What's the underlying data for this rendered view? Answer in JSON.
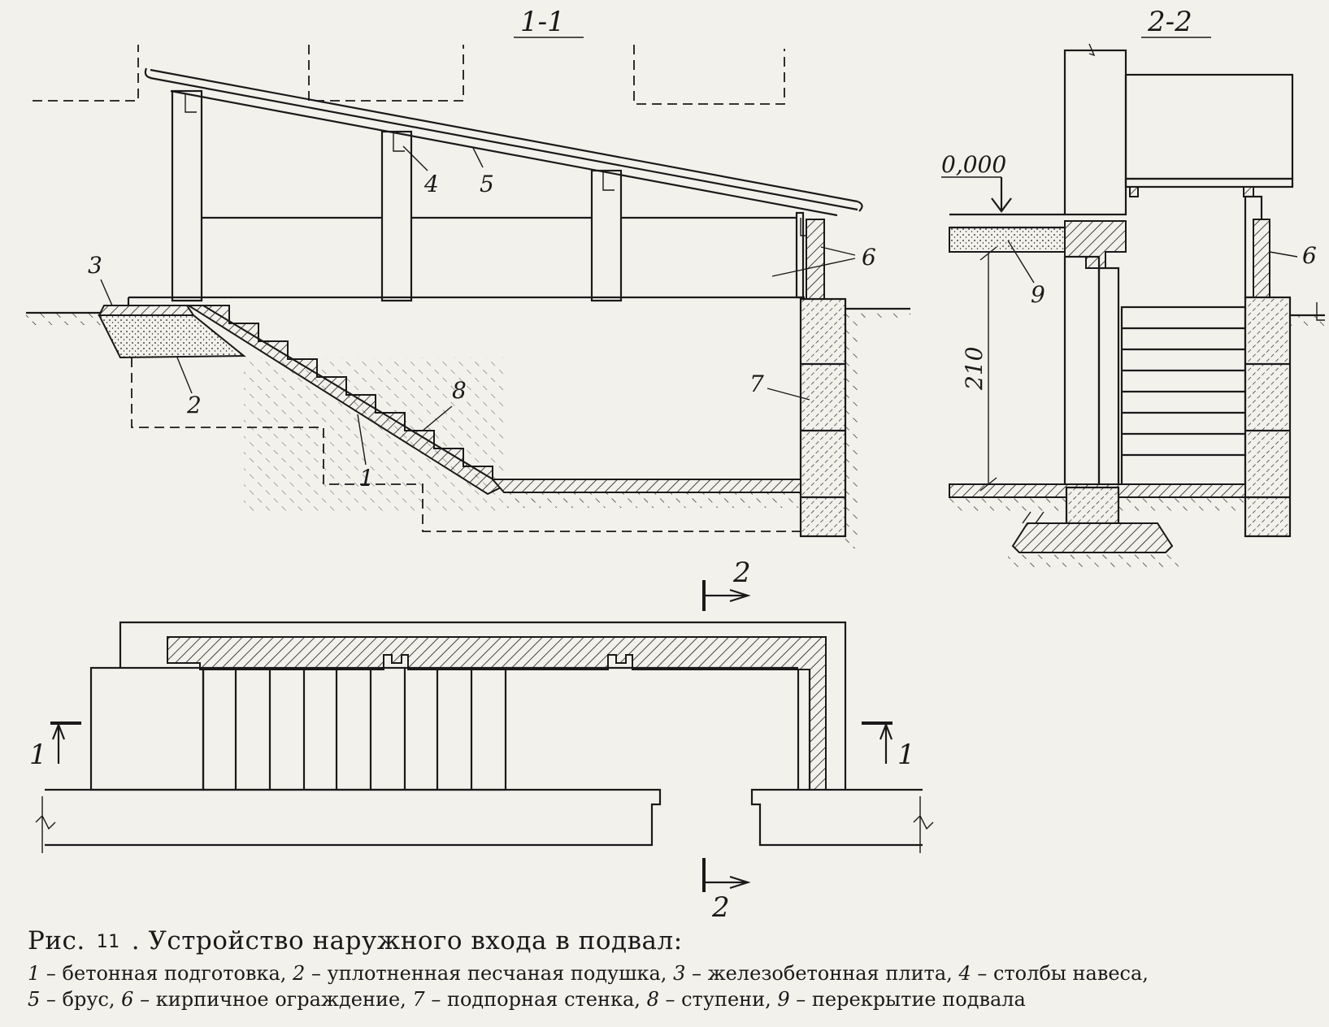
{
  "labels": {
    "section_1": "1-1",
    "section_2": "2-2",
    "elevation": "0,000",
    "dimension_210": "210",
    "n1": "1",
    "n2": "2",
    "n3": "3",
    "n4": "4",
    "n5": "5",
    "n6": "6",
    "n7": "7",
    "n8": "8",
    "n9": "9"
  },
  "caption": {
    "prefix": "Рис.",
    "number": "11",
    "title": ". Устройство наружного входа в подвал:",
    "legend": [
      {
        "num": "1",
        "text": " – бетонная подготовка, "
      },
      {
        "num": "2",
        "text": " – уплотненная песчаная подушка, "
      },
      {
        "num": "3",
        "text": " – железобетонная плита, "
      },
      {
        "num": "4",
        "text": " – столбы навеса, "
      },
      {
        "num": "5",
        "text": " – брус, "
      },
      {
        "num": "6",
        "text": " – кирпичное ограждение, "
      },
      {
        "num": "7",
        "text": " – подпорная стенка, "
      },
      {
        "num": "8",
        "text": " – ступени, "
      },
      {
        "num": "9",
        "text": " – перекрытие подвала"
      }
    ]
  }
}
